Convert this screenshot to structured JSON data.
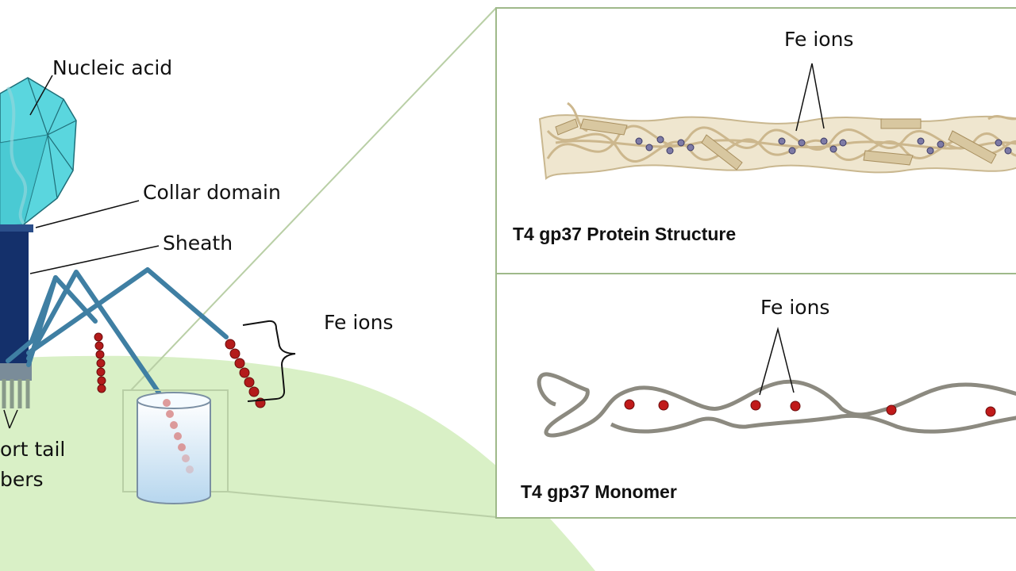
{
  "labels": {
    "nucleic_acid": "Nucleic acid",
    "collar_domain": "Collar domain",
    "sheath": "Sheath",
    "fe_ions_left": "Fe ions",
    "short_tail_line1": "ort tail",
    "short_tail_line2": "bers"
  },
  "panels": {
    "top": {
      "annotation": "Fe ions",
      "title": "T4 gp37 Protein Structure"
    },
    "bottom": {
      "annotation": "Fe ions",
      "title": "T4 gp37 Monomer"
    }
  },
  "colors": {
    "capsid": "#5ad6de",
    "capsid_dark": "#2aa9b6",
    "sheath": "#14306b",
    "tail_fiber": "#3f7fa3",
    "fe_ion": "#b31b1b",
    "ground": "#d9f0c6",
    "panel_border": "#9fb98a",
    "protein_ribbon": "#d8c7a0",
    "monomer_strand": "#8c8a80"
  }
}
